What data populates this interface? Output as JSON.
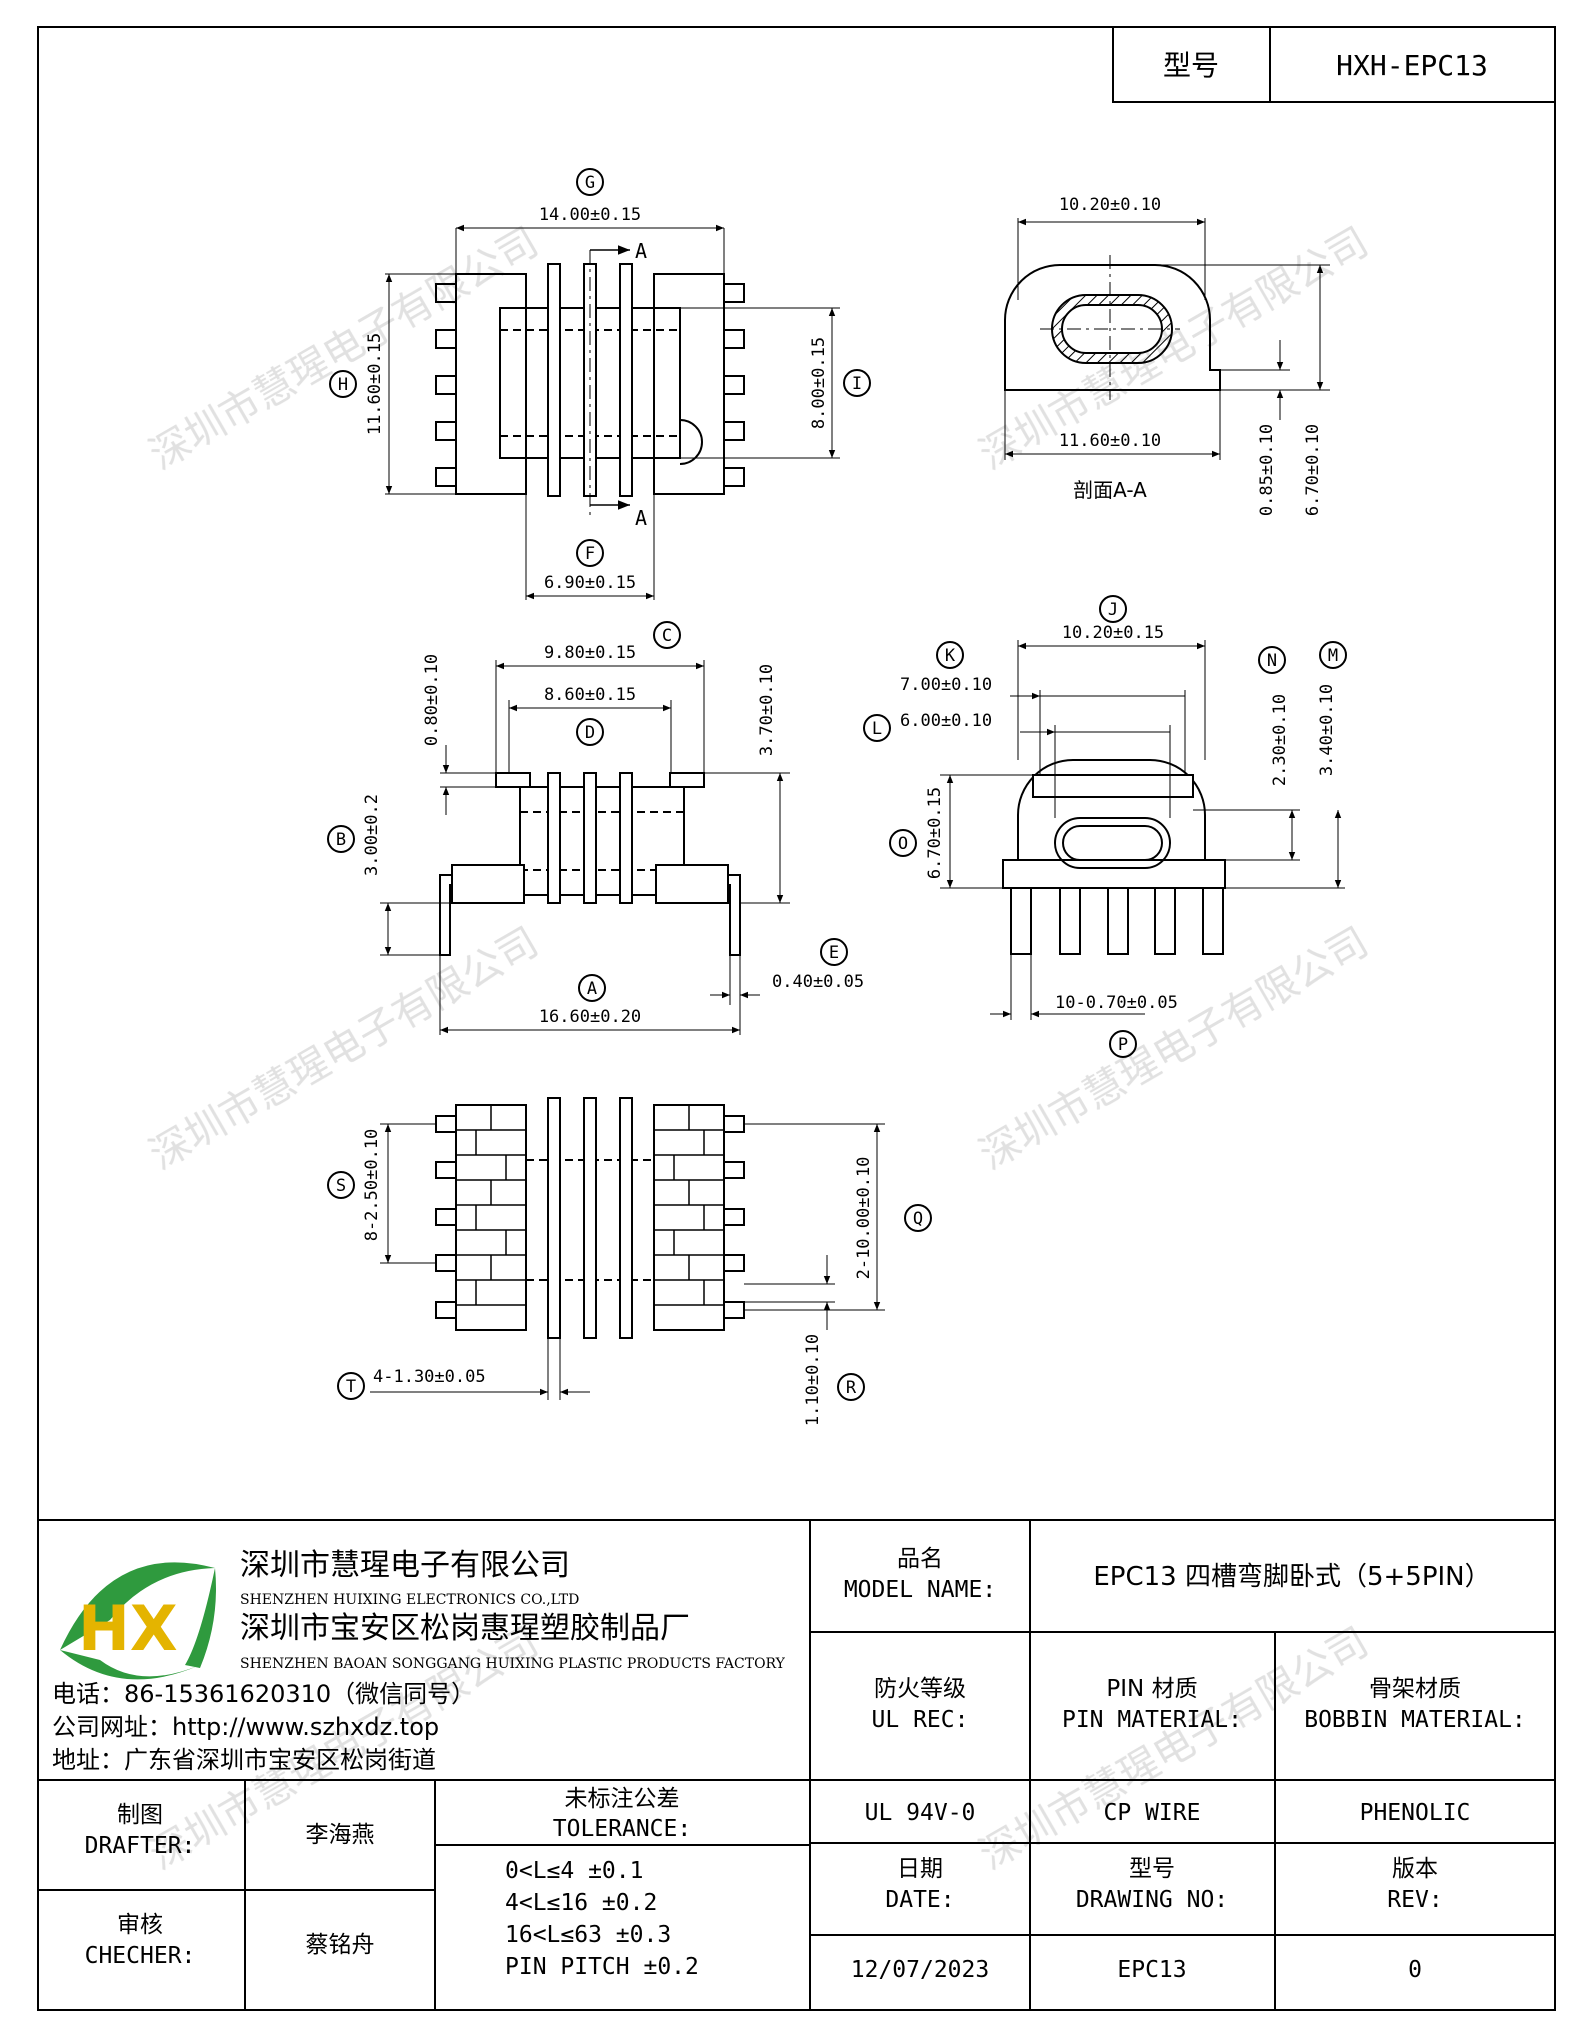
{
  "title_box": {
    "label": "型号",
    "value": "HXH-EPC13"
  },
  "watermark": "深圳市慧瑆电子有限公司",
  "drawing": {
    "top_view": {
      "G": "G",
      "G_dim": "14.00±0.15",
      "H": "H",
      "H_dim": "11.60±0.15",
      "I": "I",
      "I_dim": "8.00±0.15",
      "F": "F",
      "F_dim": "6.90±0.15",
      "section_mark": "A"
    },
    "section_view": {
      "top_dim": "10.20±0.10",
      "bottom_dim": "11.60±0.10",
      "base_dim": "0.85±0.10",
      "height_dim": "6.70±0.10",
      "caption": "剖面A-A"
    },
    "front_view": {
      "C": "C",
      "C_dim": "9.80±0.15",
      "D": "D",
      "D_dim": "8.60±0.15",
      "flange_dim": "0.80±0.10",
      "height_dim": "3.70±0.10",
      "B": "B",
      "B_dim": "3.00±0.2",
      "E": "E",
      "E_dim": "0.40±0.05",
      "A": "A",
      "A_dim": "16.60±0.20"
    },
    "side_view": {
      "J": "J",
      "J_dim": "10.20±0.15",
      "K": "K",
      "K_dim": "7.00±0.10",
      "L": "L",
      "L_dim": "6.00±0.10",
      "N": "N",
      "N_dim": "2.30±0.10",
      "M": "M",
      "M_dim": "3.40±0.10",
      "O": "O",
      "O_dim": "6.70±0.15",
      "P": "P",
      "P_dim": "10-0.70±0.05"
    },
    "bottom_view": {
      "S": "S",
      "S_dim": "8-2.50±0.10",
      "Q": "Q",
      "Q_dim": "2-10.00±0.10",
      "R": "R",
      "R_dim": "1.10±0.10",
      "T": "T",
      "T_dim": "4-1.30±0.05"
    }
  },
  "company": {
    "logo_text": "HX",
    "name_cn": "深圳市慧瑆电子有限公司",
    "name_en": "SHENZHEN HUIXING ELECTRONICS CO.,LTD",
    "factory_cn": "深圳市宝安区松岗惠瑆塑胶制品厂",
    "factory_en": "SHENZHEN BAOAN SONGGANG HUIXING PLASTIC PRODUCTS FACTORY",
    "phone": "电话：86-15361620310（微信同号）",
    "website": "公司网址：http://www.szhxdz.top",
    "address": "地址：广东省深圳市宝安区松岗街道"
  },
  "title_block": {
    "model_label_cn": "品名",
    "model_label_en": "MODEL NAME:",
    "model_value": "EPC13 四槽弯脚卧式（5+5PIN）",
    "ul_label_cn": "防火等级",
    "ul_label_en": "UL REC:",
    "pin_label_cn": "PIN 材质",
    "pin_label_en": "PIN MATERIAL:",
    "bobbin_label_cn": "骨架材质",
    "bobbin_label_en": "BOBBIN MATERIAL:",
    "ul_value": "UL 94V-0",
    "pin_value": "CP WIRE",
    "bobbin_value": "PHENOLIC",
    "drafter_cn": "制图",
    "drafter_en": "DRAFTER:",
    "drafter_name": "李海燕",
    "checker_cn": "审核",
    "checker_en": "CHECHER:",
    "checker_name": "蔡铭舟",
    "tolerance_cn": "未标注公差",
    "tolerance_en": "TOLERANCE:",
    "tol_1": "0<L≤4  ±0.1",
    "tol_2": "4<L≤16 ±0.2",
    "tol_3": "16<L≤63 ±0.3",
    "tol_4": "PIN PITCH ±0.2",
    "date_cn": "日期",
    "date_en": "DATE:",
    "drawing_cn": "型号",
    "drawing_en": "DRAWING NO:",
    "rev_cn": "版本",
    "rev_en": "REV:",
    "date_value": "12/07/2023",
    "drawing_value": "EPC13",
    "rev_value": "0"
  }
}
